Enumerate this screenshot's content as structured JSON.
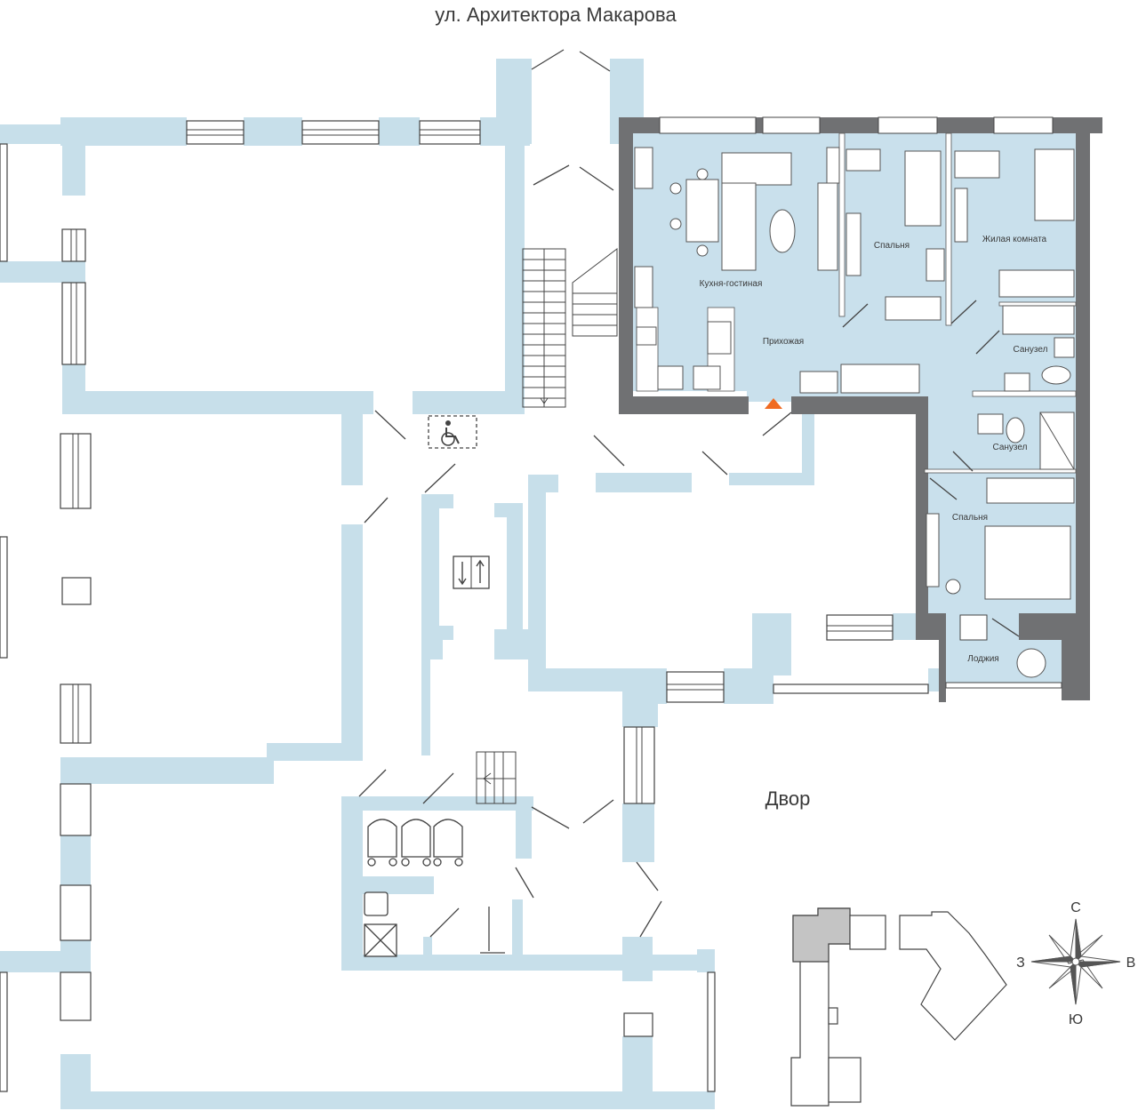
{
  "street_label": "ул. Архитектора Макарова",
  "yard_label": "Двор",
  "rooms": {
    "kitchen_living": "Кухня-гостиная",
    "bedroom_1": "Спальня",
    "living_room": "Жилая комната",
    "hallway": "Прихожая",
    "bathroom_1": "Санузел",
    "bathroom_2": "Санузел",
    "bedroom_2": "Спальня",
    "loggia": "Лоджия"
  },
  "compass": {
    "north": "С",
    "south": "Ю",
    "west": "З",
    "east": "В"
  },
  "colors": {
    "wall": "#c7dfea",
    "apartment_floor": "#c9e0ec",
    "apartment_wall": "#707173",
    "line": "#444444",
    "entrance_marker": "#f06b22",
    "site_highlight": "#c4c4c4"
  },
  "icons": [
    "wheelchair-icon",
    "elevator-icon",
    "compass-rose-icon",
    "entrance-marker-icon"
  ]
}
